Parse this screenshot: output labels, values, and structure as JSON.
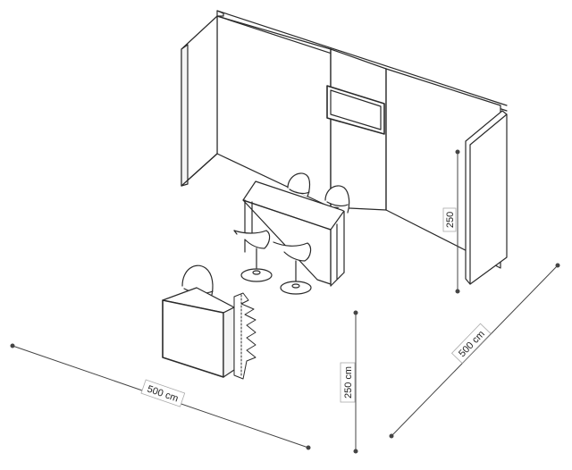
{
  "dimensions": {
    "width_front": "500 cm",
    "width_side": "500 cm",
    "height_front": "250 cm",
    "height_wall": "250"
  }
}
